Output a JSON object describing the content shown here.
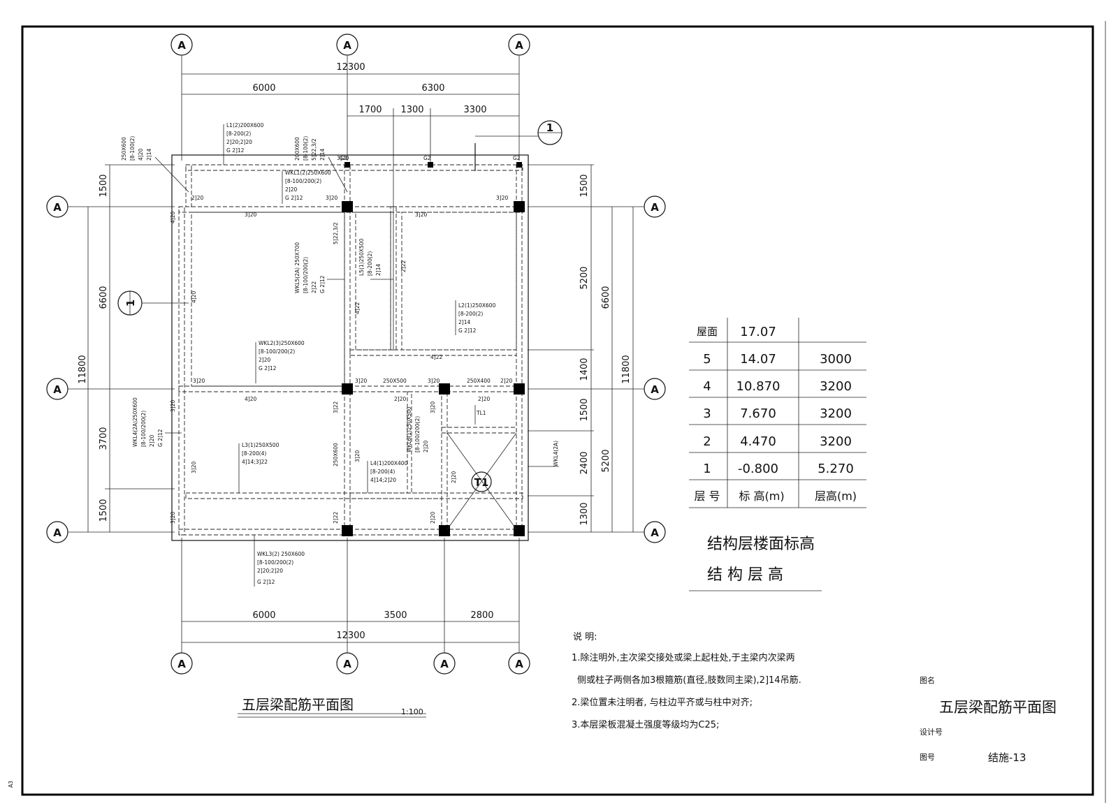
{
  "drawing": {
    "axis_label": "A",
    "top_dims": {
      "total": "12300",
      "left": "6000",
      "right": "6300",
      "a": "1700",
      "b": "1300",
      "c": "3300"
    },
    "bottom_dims": {
      "total": "12300",
      "a": "6000",
      "b": "3500",
      "c": "2800"
    },
    "left_dims": {
      "total": "11800",
      "a": "1500",
      "b": "6600",
      "c": "3700",
      "d": "1500"
    },
    "right_dims": {
      "total": "11800",
      "a": "1500",
      "b": "6600",
      "c": "5200",
      "d": "5200",
      "e": "1400",
      "f": "1500",
      "g": "2400",
      "h": "1300"
    },
    "section_mark": "1",
    "elevator": "T1",
    "beam_labels": {
      "l1": [
        "L1(2)200X600",
        "[8-200(2)",
        "2]20;2]20",
        "G 2]12"
      ],
      "b250": [
        "250X600",
        "[8-100(2)",
        "4]20",
        "2]14"
      ],
      "b200": [
        "200X600",
        "[8-100(2)",
        "5]22,3/2",
        "2]14"
      ],
      "wkl1": [
        "WKL1(2)250X600",
        "[8-100/200(2)",
        "2]20",
        "G 2]12"
      ],
      "wkl5": [
        "WKL5(2A) 250X700",
        "[8-100/200(2)",
        "2]22",
        "G 2]12"
      ],
      "l5": [
        "L5(1)250X500",
        "[8-200(2)",
        "2]14"
      ],
      "l2": [
        "L2(1)250X600",
        "[8-200(2)",
        "2]14",
        "G 2]12"
      ],
      "wkl2": [
        "WKL2(3)250X600",
        "[8-100/200(2)",
        "2]20",
        "G 2]12"
      ],
      "wkl4": [
        "WKL4(2A)250X600",
        "[8-100/200(2)",
        "2]20",
        "G 2]12"
      ],
      "l3": [
        "L3(1)250X500",
        "[8-200(4)",
        "4]14;3]22"
      ],
      "wkl6": [
        "WKL6(1)250X500",
        "[8-100/200(2)",
        "2]20"
      ],
      "l4": [
        "L4(1)200X400",
        "[8-200(4)",
        "4]14;2]20"
      ],
      "wkl3": [
        "WKL3(2) 250X600",
        "[8-100/200(2)",
        "2]20;2]20",
        "G 2]12"
      ],
      "wkl4b": "WKL4(2A)",
      "tl1": "TL1",
      "r3_20": "3]20",
      "r4_20": "4]20",
      "r2_20": "2]20",
      "r3_22": "3]22",
      "r4_22": "4]22",
      "r2_22": "2]22",
      "r5_22": "5]22,3/2",
      "s250x500": "250X500",
      "s250x400": "250X400",
      "s250x600": "250X600",
      "g2": "G2"
    },
    "plan_title": "五层梁配筋平面图",
    "plan_scale": "1:100",
    "sheet_size": "A3"
  },
  "table": {
    "rows": [
      {
        "floor": "屋面",
        "elev": "17.07",
        "height": ""
      },
      {
        "floor": "5",
        "elev": "14.07",
        "height": "3000"
      },
      {
        "floor": "4",
        "elev": "10.870",
        "height": "3200"
      },
      {
        "floor": "3",
        "elev": "7.670",
        "height": "3200"
      },
      {
        "floor": "2",
        "elev": "4.470",
        "height": "3200"
      },
      {
        "floor": "1",
        "elev": "-0.800",
        "height": "5.270"
      }
    ],
    "header": {
      "floor": "层 号",
      "elev": "标 高(m)",
      "height": "层高(m)"
    },
    "caption1": "结构层楼面标高",
    "caption2": "结 构 层 高"
  },
  "notes": {
    "title": "说 明:",
    "line1": "1.除注明外,主次梁交接处或梁上起柱处,于主梁内次梁两",
    "line1b": "侧或柱子两侧各加3根箍筋(直径,肢数同主梁),2]14吊筋.",
    "line2": "2.梁位置未注明者, 与柱边平齐或与柱中对齐;",
    "line3": "3.本层梁板混凝土强度等级均为C25;"
  },
  "titleblock": {
    "name_label": "图名",
    "name": "五层梁配筋平面图",
    "design_label": "设计号",
    "number_label": "图号",
    "number": "结施-13"
  }
}
